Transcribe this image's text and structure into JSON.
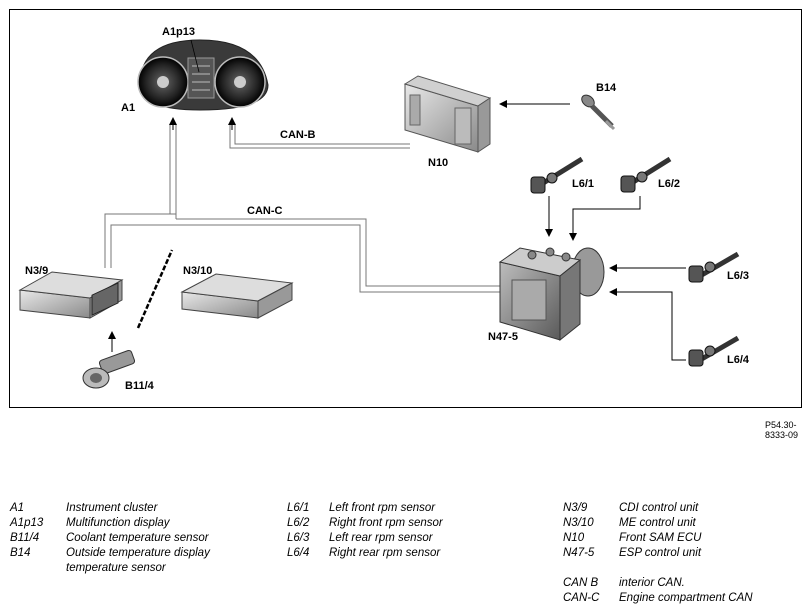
{
  "labels": {
    "a1p13": "A1p13",
    "a1": "A1",
    "can_b": "CAN-B",
    "n10": "N10",
    "b14": "B14",
    "can_c": "CAN-C",
    "l6_1": "L6/1",
    "l6_2": "L6/2",
    "n3_9": "N3/9",
    "n3_10": "N3/10",
    "l6_3": "L6/3",
    "n47_5": "N47-5",
    "l6_4": "L6/4",
    "b11_4": "B11/4"
  },
  "reference": "P54.30-8333-09",
  "legend": {
    "col1": [
      {
        "code": "A1",
        "desc": "Instrument cluster"
      },
      {
        "code": "A1p13",
        "desc": "Multifunction display"
      },
      {
        "code": "B11/4",
        "desc": "Coolant temperature sensor"
      },
      {
        "code": "B14",
        "desc": "Outside temperature display",
        "desc2": "temperature sensor"
      }
    ],
    "col2": [
      {
        "code": "L6/1",
        "desc": "Left front rpm sensor"
      },
      {
        "code": "L6/2",
        "desc": "Right front rpm sensor"
      },
      {
        "code": "L6/3",
        "desc": "Left rear rpm sensor"
      },
      {
        "code": "L6/4",
        "desc": "Right rear rpm sensor"
      }
    ],
    "col3": [
      {
        "code": "N3/9",
        "desc": "CDI control unit"
      },
      {
        "code": "N3/10",
        "desc": "ME control unit"
      },
      {
        "code": "N10",
        "desc": "Front SAM ECU"
      },
      {
        "code": "N47-5",
        "desc": "ESP control unit"
      }
    ],
    "col3b": [
      {
        "code": "CAN B",
        "desc": "interior CAN."
      },
      {
        "code": "CAN-C",
        "desc": "Engine compartment CAN"
      }
    ]
  }
}
